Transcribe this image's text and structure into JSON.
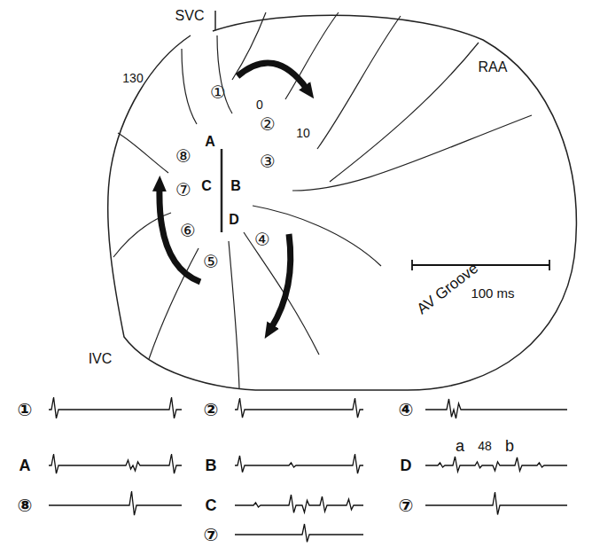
{
  "diagram": {
    "labels": [
      "SVC",
      "RAA",
      "130",
      "0",
      "10",
      "①",
      "②",
      "③",
      "⑧",
      "A",
      "⑦",
      "C",
      "B",
      "D",
      "⑥",
      "⑤",
      "④",
      "IVC",
      "AV Groove",
      "100 ms",
      "①",
      "②",
      "④",
      "A",
      "B",
      "D",
      "a",
      "48",
      "b",
      "⑧",
      "C",
      "⑦",
      "⑦"
    ]
  }
}
